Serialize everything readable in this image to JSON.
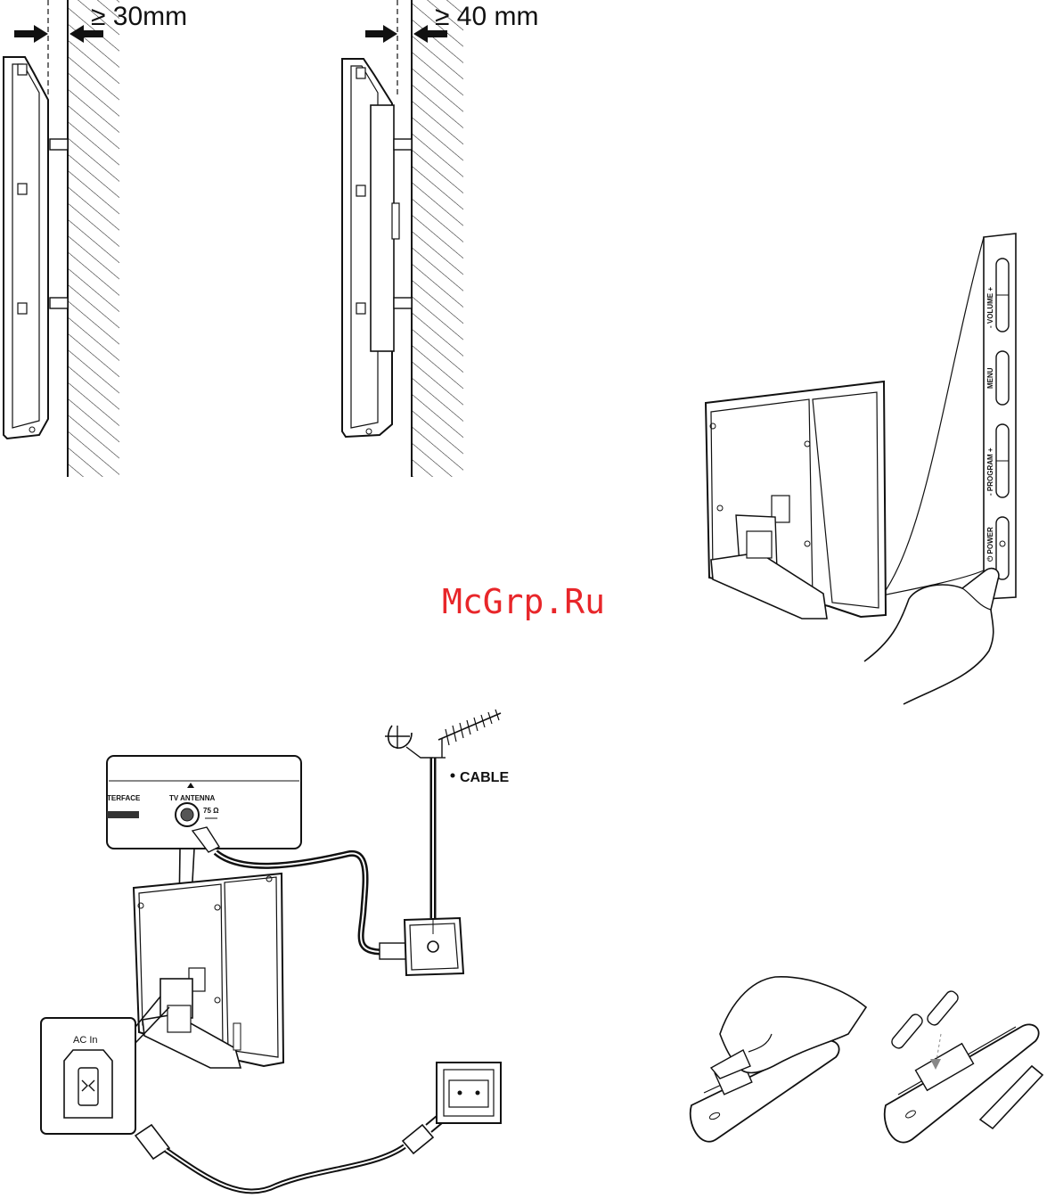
{
  "clearance": {
    "left_label": "≥ 30mm",
    "right_label": "≥ 40 mm"
  },
  "watermark": "McGrp.Ru",
  "side_panel": {
    "volume": "-  VOLUME  +",
    "menu": "MENU",
    "program": "-  PROGRAM  +",
    "power": "⏻  POWER"
  },
  "connection": {
    "interface_label": "TERFACE",
    "antenna_label": "TV ANTENNA",
    "impedance_label": "75 Ω",
    "cable_label": "CABLE",
    "ac_label": "AC In"
  },
  "icons": [
    "arrow-right-icon",
    "arrow-left-icon",
    "satellite-dish-icon",
    "antenna-icon",
    "hand-icon",
    "battery-icon"
  ]
}
